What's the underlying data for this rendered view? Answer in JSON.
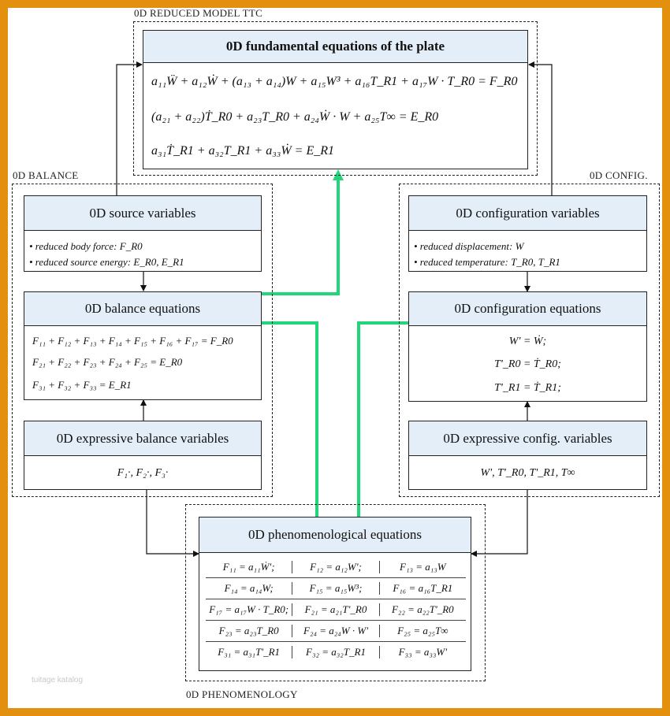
{
  "regions": {
    "top": "0D REDUCED MODEL TTC",
    "left": "0D BALANCE",
    "right": "0D CONFIG.",
    "bottom": "0D PHENOMENOLOGY"
  },
  "fundamental": {
    "title": "0D fundamental equations of the plate",
    "eq1": "a₁₁Ẅ + a₁₂Ẇ + (a₁₃ + a₁₄)W + a₁₅W³ + a₁₆T_R1 + a₁₇W · T_R0 = F_R0",
    "eq2": "(a₂₁ + a₂₂)Ṫ_R0 + a₂₃T_R0 + a₂₄Ẇ · W + a₂₅T∞ = E_R0",
    "eq3": "a₃₁Ṫ_R1 + a₃₂T_R1 + a₃₃Ẇ = E_R1"
  },
  "source": {
    "title": "0D source variables",
    "items": [
      "• reduced body force: F_R0",
      "• reduced source energy: E_R0, E_R1"
    ]
  },
  "balance": {
    "title": "0D balance equations",
    "eqs": [
      "F₁₁ + F₁₂ + F₁₃ + F₁₄ + F₁₅ + F₁₆ + F₁₇ = F_R0",
      "F₂₁ + F₂₂ + F₂₃ + F₂₄ + F₂₅ = E_R0",
      "F₃₁ + F₃₂ + F₃₃ = E_R1"
    ]
  },
  "expressive_balance": {
    "title": "0D expressive balance variables",
    "vars": "F₁·,    F₂·,    F₃·"
  },
  "config_vars": {
    "title": "0D configuration variables",
    "items": [
      "• reduced displacement: W",
      "• reduced temperature: T_R0, T_R1"
    ]
  },
  "config_eqs": {
    "title": "0D configuration equations",
    "eqs": [
      "W' = Ẇ;",
      "T'_R0 = Ṫ_R0;",
      "T'_R1 = Ṫ_R1;"
    ]
  },
  "expressive_config": {
    "title": "0D expressive config. variables",
    "vars": "W',    T'_R0,    T'_R1,    T∞"
  },
  "phenomenological": {
    "title": "0D phenomenological equations",
    "rows": [
      [
        "F₁₁ = a₁₁Ẇ';",
        "F₁₂ = a₁₂W';",
        "F₁₃ = a₁₃W"
      ],
      [
        "F₁₄ = a₁₄W;",
        "F₁₅ = a₁₅W³;",
        "F₁₆ = a₁₆T_R1"
      ],
      [
        "F₁₇ = a₁₇W · T_R0;",
        "F₂₁ = a₂₁T'_R0",
        "F₂₂ = a₂₂T'_R0"
      ],
      [
        "F₂₃ = a₂₃T_R0",
        "F₂₄ = a₂₄W · W'",
        "F₂₅ = a₂₅T∞"
      ],
      [
        "F₃₁ = a₃₁T'_R1",
        "F₃₂ = a₃₂T_R1",
        "F₃₃ = a₃₃W'"
      ]
    ]
  },
  "watermark": "tuitage katalog",
  "colors": {
    "frame": "#e3900f",
    "header_fill": "#e4eef8",
    "highlight": "#22d47a"
  }
}
